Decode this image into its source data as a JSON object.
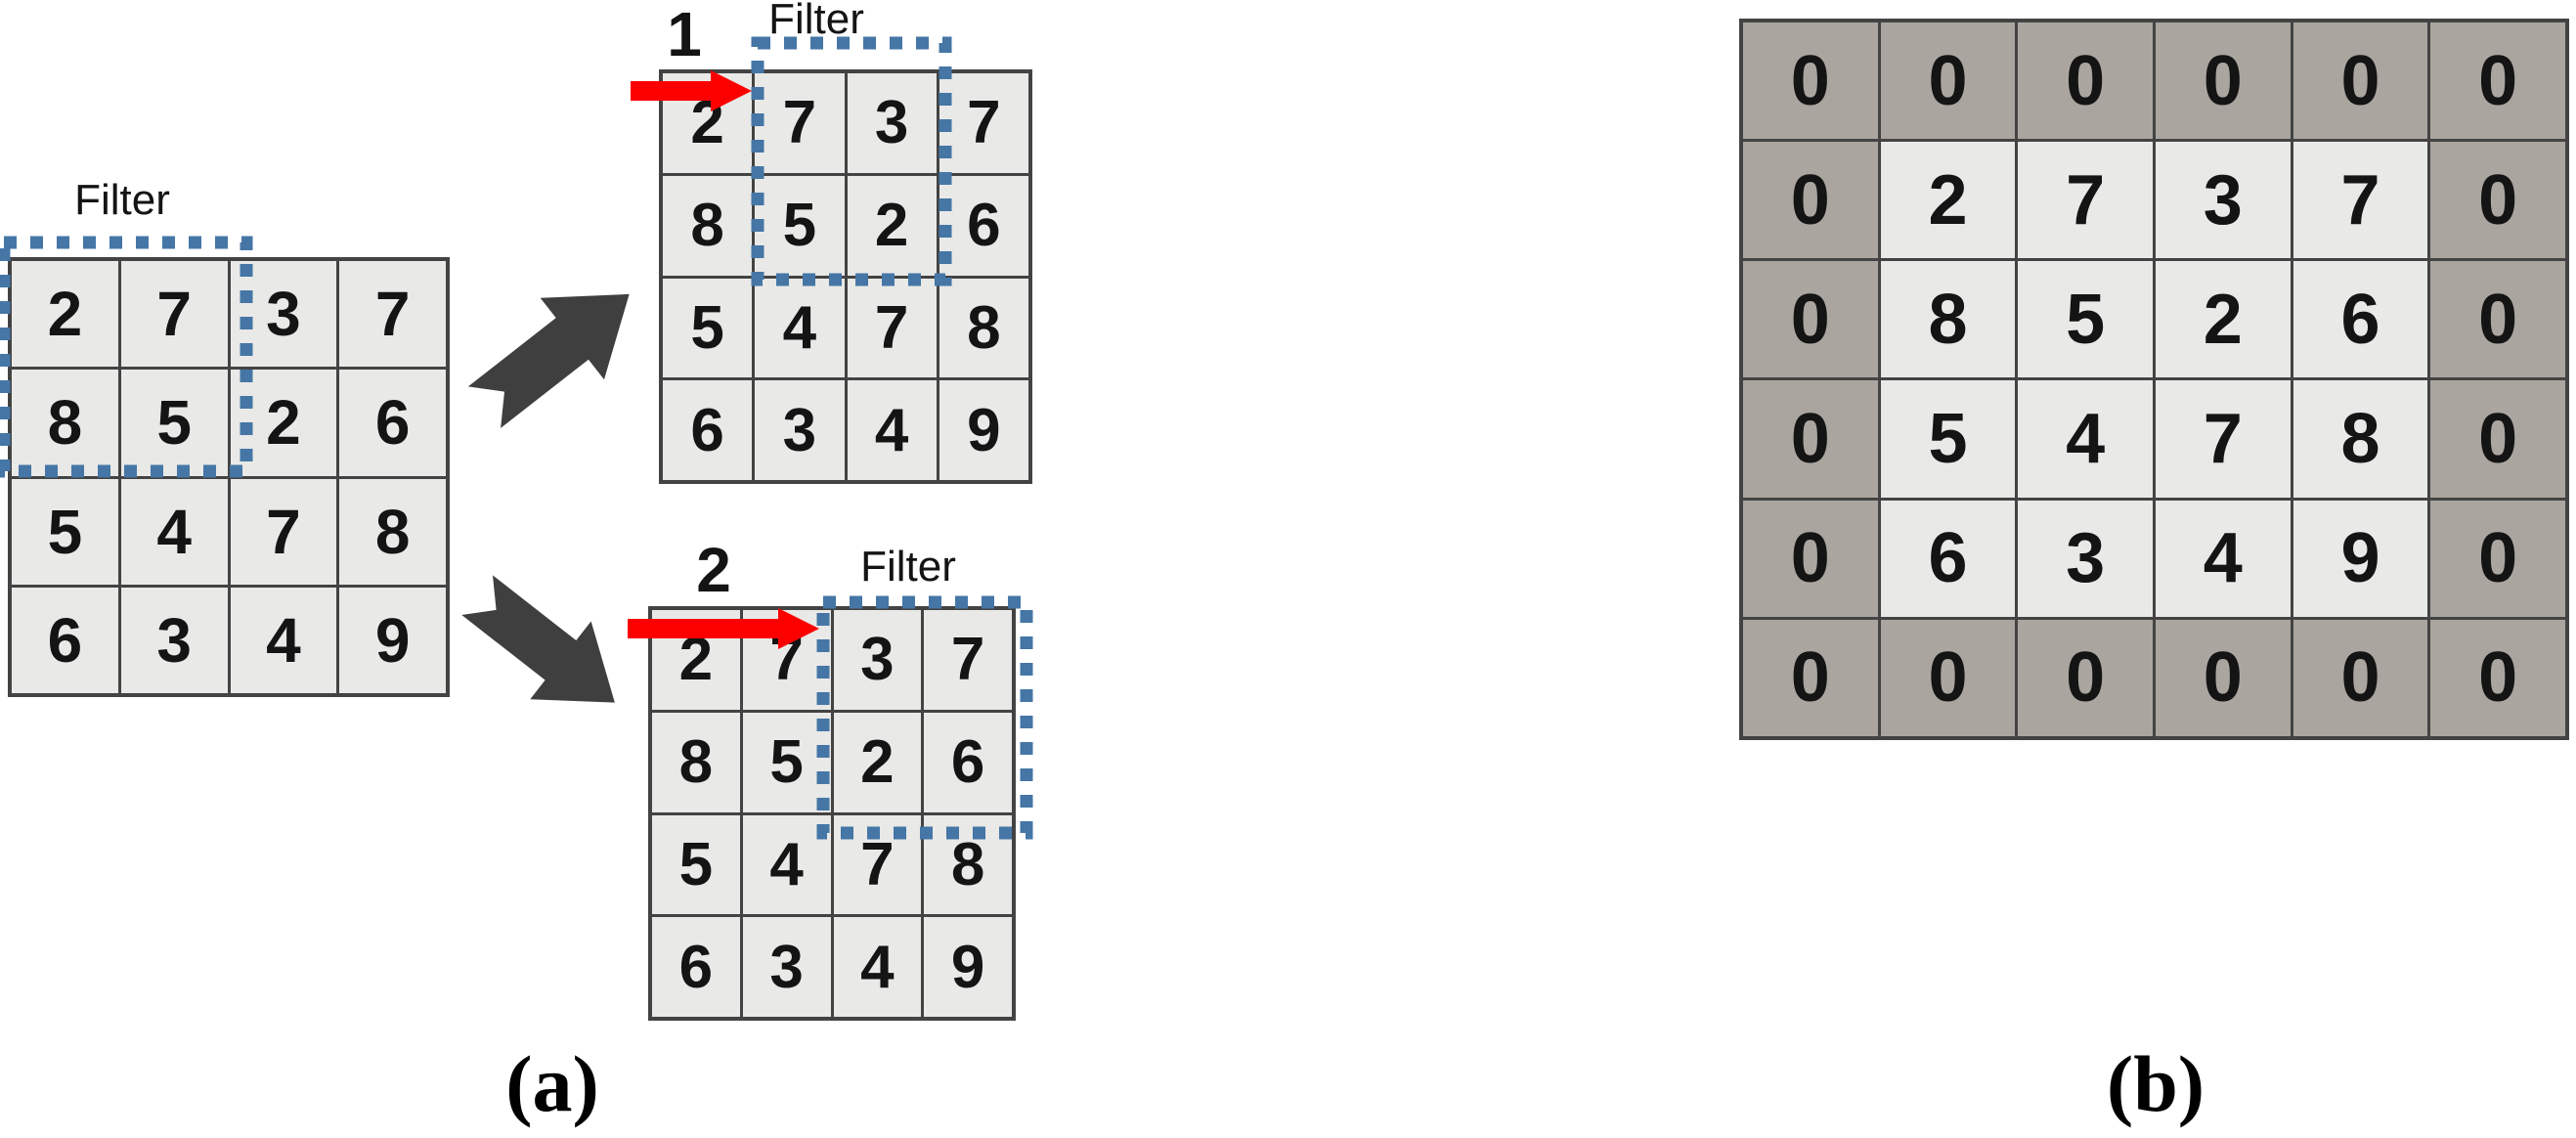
{
  "figure": {
    "panel_a": {
      "caption": "(a)",
      "source": {
        "filter_label": "Filter",
        "matrix": [
          [
            2,
            7,
            3,
            7
          ],
          [
            8,
            5,
            2,
            6
          ],
          [
            5,
            4,
            7,
            8
          ],
          [
            6,
            3,
            4,
            9
          ]
        ]
      },
      "steps": [
        {
          "step_label": "1",
          "filter_label": "Filter",
          "matrix": [
            [
              2,
              7,
              3,
              7
            ],
            [
              8,
              5,
              2,
              6
            ],
            [
              5,
              4,
              7,
              8
            ],
            [
              6,
              3,
              4,
              9
            ]
          ]
        },
        {
          "step_label": "2",
          "filter_label": "Filter",
          "matrix": [
            [
              2,
              7,
              3,
              7
            ],
            [
              8,
              5,
              2,
              6
            ],
            [
              5,
              4,
              7,
              8
            ],
            [
              6,
              3,
              4,
              9
            ]
          ]
        }
      ]
    },
    "panel_b": {
      "caption": "(b)",
      "matrix": [
        [
          0,
          0,
          0,
          0,
          0,
          0
        ],
        [
          0,
          2,
          7,
          3,
          7,
          0
        ],
        [
          0,
          8,
          5,
          2,
          6,
          0
        ],
        [
          0,
          5,
          4,
          7,
          8,
          0
        ],
        [
          0,
          6,
          3,
          4,
          9,
          0
        ],
        [
          0,
          0,
          0,
          0,
          0,
          0
        ]
      ]
    },
    "colors": {
      "cell_light": "#e9e9e7",
      "cell_dark": "#aba5a0",
      "grid_line": "#434343",
      "filter_dash": "#4576a6",
      "red_arrow": "#fc0000",
      "block_arrow": "#3f3f3f",
      "text": "#141414"
    }
  }
}
